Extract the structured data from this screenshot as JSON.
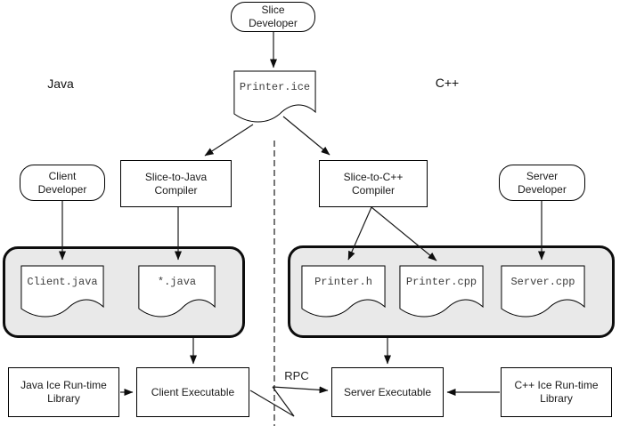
{
  "sections": {
    "left_label": "Java",
    "right_label": "C++"
  },
  "nodes": {
    "slice_developer": "Slice\nDeveloper",
    "printer_ice": "Printer.ice",
    "client_developer": "Client\nDeveloper",
    "slice_to_java_compiler": "Slice-to-Java\nCompiler",
    "slice_to_cpp_compiler": "Slice-to-C++\nCompiler",
    "server_developer": "Server\nDeveloper",
    "client_java": "Client.java",
    "star_java": "*.java",
    "printer_h": "Printer.h",
    "printer_cpp": "Printer.cpp",
    "server_cpp": "Server.cpp",
    "java_runtime_library": "Java Ice Run-time\nLibrary",
    "client_executable": "Client Executable",
    "server_executable": "Server Executable",
    "cpp_runtime_library": "C++ Ice Run-time\nLibrary"
  },
  "connections": {
    "rpc_label": "RPC"
  },
  "colors": {
    "container_fill": "#e9e9e9",
    "stroke": "#000000",
    "mono_text": "#3c3c3c",
    "background": "#ffffff"
  }
}
